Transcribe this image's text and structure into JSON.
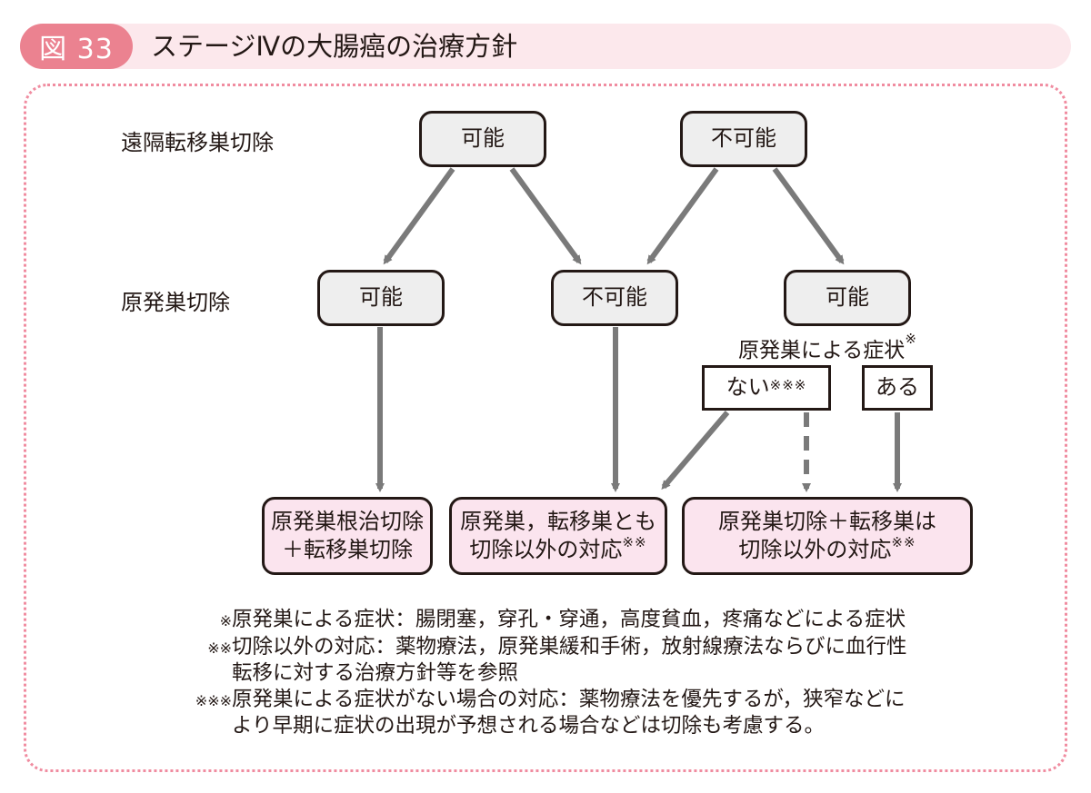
{
  "figure": {
    "badge": "図 33",
    "title": "ステージⅣの大腸癌の治療方針",
    "accent_color": "#eb8290",
    "header_bg_color": "#fce8ec",
    "frame_color": "#f08ca0"
  },
  "row_labels": {
    "distant": "遠隔転移巣切除",
    "primary": "原発巣切除"
  },
  "nodes": {
    "distant_possible": "可能",
    "distant_impossible": "不可能",
    "primary_possible_left": "可能",
    "primary_impossible": "不可能",
    "primary_possible_right": "可能",
    "symptom_label": "原発巣による症状",
    "symptom_label_mark": "※",
    "symptom_none": "ない",
    "symptom_none_mark": "※※※",
    "symptom_present": "ある",
    "result_1_line1": "原発巣根治切除",
    "result_1_line2": "＋転移巣切除",
    "result_2_line1": "原発巣，転移巣とも",
    "result_2_line2": "切除以外の対応",
    "result_2_mark": "※※",
    "result_3_line1": "原発巣切除＋転移巣は",
    "result_3_line2": "切除以外の対応",
    "result_3_mark": "※※"
  },
  "notes": [
    {
      "mark": "※",
      "lines": [
        "原発巣による症状：腸閉塞，穿孔・穿通，高度貧血，疼痛などによる症状"
      ]
    },
    {
      "mark": "※※",
      "lines": [
        "切除以外の対応：薬物療法，原発巣緩和手術，放射線療法ならびに血行性",
        "転移に対する治療方針等を参照"
      ]
    },
    {
      "mark": "※※※",
      "lines": [
        "原発巣による症状がない場合の対応：薬物療法を優先するが，狭窄などに",
        "より早期に症状の出現が予想される場合などは切除も考慮する。"
      ]
    }
  ],
  "colors": {
    "arrow": "#7a7a7a",
    "gray_box": "#eeeeee",
    "pink_box": "#fbe4ee"
  }
}
